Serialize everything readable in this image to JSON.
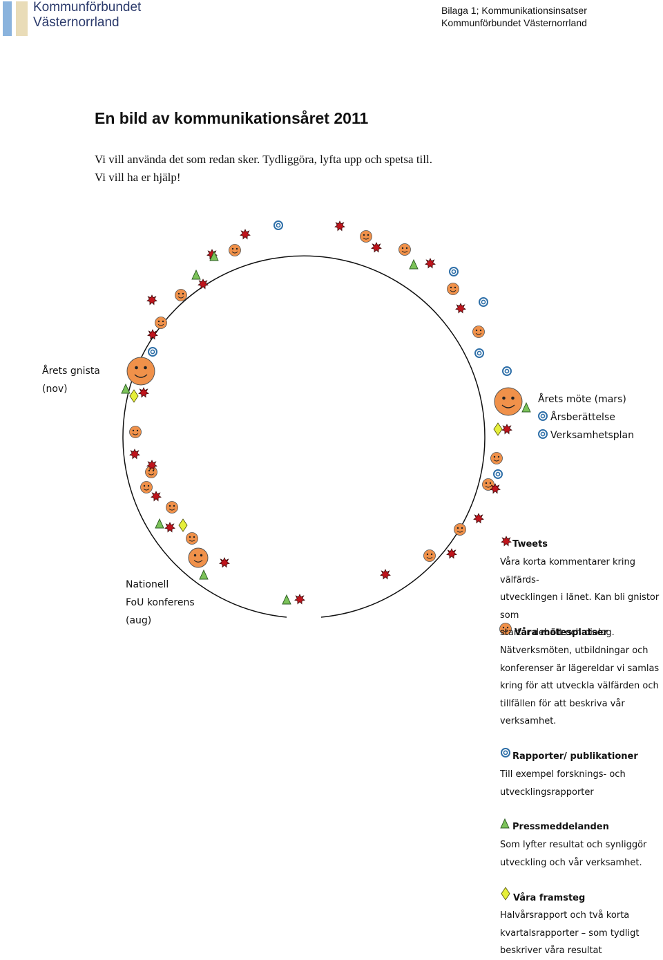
{
  "header": {
    "logo_line1": "Kommunförbundet",
    "logo_line2": "Västernorrland",
    "right_line1": "Bilaga 1; Kommunikationsinsatser",
    "right_line2": "Kommunförbundet Västernorrland"
  },
  "title": "En bild av kommunikationsåret 2011",
  "intro": {
    "line1": "Vi vill använda det som redan sker. Tydliggöra, lyfta upp och spetsa till.",
    "line2": "Vi vill ha er hjälp!"
  },
  "wheel_labels": {
    "gnista_line1": "Årets gnista",
    "gnista_line2": "(nov)",
    "mote_title": "Årets möte (mars)",
    "mote_item1": "Årsberättelse",
    "mote_item2": "Verksamhetsplan",
    "fou_line1": "Nationell",
    "fou_line2": "FoU konferens",
    "fou_line3": "(aug)"
  },
  "legend": {
    "tweets": {
      "icon": "red-star-icon",
      "title": "Tweets",
      "lines": [
        "Våra korta kommentarer kring välfärds-",
        "utvecklingen i länet. Kan bli gnistor som",
        "startar debatt och dialog."
      ]
    },
    "motesplatser": {
      "icon": "smiley-icon",
      "title": "Våra mötesplatser",
      "lines": [
        "Nätverksmöten, utbildningar och",
        "konferenser är lägereldar vi samlas",
        "kring för att utveckla välfärden och",
        "tillfällen för att beskriva vår",
        "verksamhet."
      ]
    },
    "rapporter": {
      "icon": "blue-ring-icon",
      "title": "Rapporter/ publikationer",
      "lines": [
        "Till exempel forsknings- och",
        "utvecklingsrapporter"
      ]
    },
    "press": {
      "icon": "green-triangle-icon",
      "title": "Pressmeddelanden",
      "lines": [
        "Som lyfter resultat och synliggör",
        "utveckling och vår verksamhet."
      ]
    },
    "framsteg": {
      "icon": "yellow-diamond-icon",
      "title": "Våra framsteg",
      "lines": [
        "Halvårsrapport och två korta",
        "kvartalsrapporter – som tydligt",
        "beskriver våra resultat"
      ]
    }
  },
  "colors": {
    "smiley": "#f0914a",
    "star": "#c0141c",
    "ring": "#2e6fa8",
    "triangle": "#7cc35a",
    "diamond": "#e6ef3a",
    "logo_blue": "#8ab3dd",
    "logo_beige": "#e9dcb8"
  }
}
